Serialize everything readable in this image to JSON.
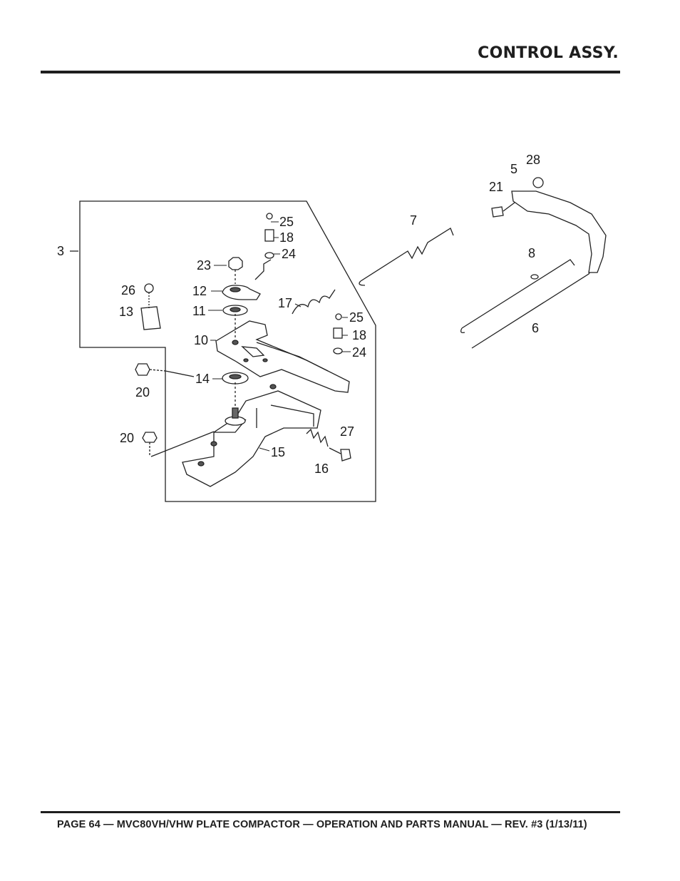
{
  "header": {
    "title": "CONTROL ASSY."
  },
  "diagram": {
    "callouts": {
      "c3": "3",
      "c5": "5",
      "c6": "6",
      "c7": "7",
      "c8": "8",
      "c10": "10",
      "c11": "11",
      "c12": "12",
      "c13": "13",
      "c14": "14",
      "c15": "15",
      "c16": "16",
      "c17": "17",
      "c18a": "18",
      "c18b": "18",
      "c20a": "20",
      "c20b": "20",
      "c21": "21",
      "c23": "23",
      "c24a": "24",
      "c24b": "24",
      "c25a": "25",
      "c25b": "25",
      "c26": "26",
      "c27": "27",
      "c28": "28"
    }
  },
  "footer": {
    "text": "PAGE 64 — MVC80VH/VHW PLATE COMPACTOR — OPERATION AND PARTS MANUAL — REV. #3 (1/13/11)"
  }
}
